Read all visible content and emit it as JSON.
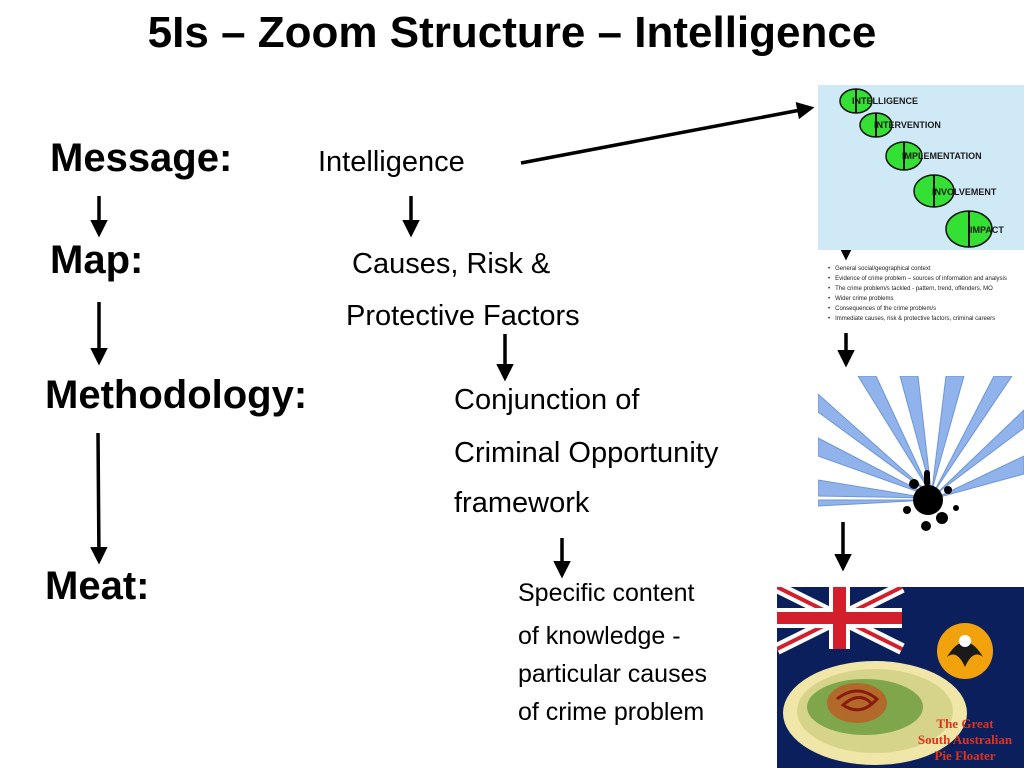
{
  "title": "5Is – Zoom Structure – Intelligence",
  "levels": {
    "message": {
      "label": "Message:",
      "value": "Intelligence"
    },
    "map": {
      "label": "Map:",
      "lines": [
        "Causes, Risk &",
        "Protective Factors"
      ]
    },
    "methodology": {
      "label": "Methodology:",
      "lines": [
        "Conjunction of",
        "Criminal Opportunity",
        "framework"
      ]
    },
    "meat": {
      "label": "Meat:",
      "lines": [
        "Specific content",
        "of knowledge -",
        "particular causes",
        "of crime problem"
      ]
    }
  },
  "five_is": {
    "items": [
      "INTELLIGENCE",
      "INTERVENTION",
      "IMPLEMENTATION",
      "INVOLVEMENT",
      "IMPACT"
    ],
    "leaf_color": "#33e033"
  },
  "intelligence_bullets": [
    "General social/geographical context",
    "Evidence of crime problem – sources of information and analysis",
    "The crime problem/s tackled - pattern, trend, offenders, MO",
    "Wider crime problems",
    "Consequences of the crime problem/s",
    "Immediate causes, risk & protective factors, criminal careers"
  ],
  "pie_image": {
    "caption_lines": [
      "The Great",
      "South Australian",
      "Pie Floater"
    ],
    "caption_color": "#e0321c"
  },
  "colors": {
    "ray": "#8fb3ea",
    "panel_sky": "#cfe9f7",
    "flag_blue": "#0b1f5c",
    "flag_red": "#d21f2b"
  }
}
